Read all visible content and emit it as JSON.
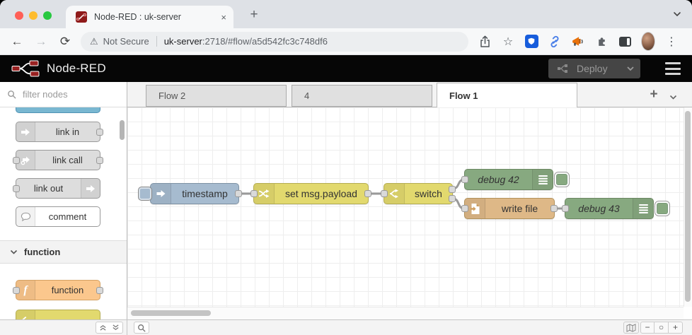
{
  "browser": {
    "tab_title": "Node-RED : uk-server",
    "tab_close": "×",
    "new_tab": "+",
    "back": "←",
    "forward": "→",
    "reload": "⟳",
    "warning": "⚠",
    "security_label": "Not Secure",
    "url_host": "uk-server",
    "url_rest": ":2718/#flow/a5d542fc3c748df6",
    "star": "☆",
    "overflow_menu": "⋮"
  },
  "header": {
    "app_title": "Node-RED",
    "deploy_label": "Deploy"
  },
  "palette": {
    "filter_placeholder": "filter nodes",
    "category_label": "function",
    "items": {
      "link_in": "link in",
      "link_call": "link call",
      "link_out": "link out",
      "comment": "comment",
      "function": "function"
    }
  },
  "flow_tabs": {
    "tab1": "Flow 2",
    "tab2": "4",
    "tab3": "Flow 1",
    "add": "+"
  },
  "canvas_nodes": {
    "inject": "timestamp",
    "change": "set msg.payload",
    "switch": "switch",
    "debug42": "debug 42",
    "write_file": "write file",
    "debug43": "debug 43"
  },
  "footer_controls": {
    "zoom_out": "−",
    "zoom_reset": "○",
    "zoom_in": "+"
  },
  "colors": {
    "inject_node": "#a6bbcf",
    "function_yellow": "#e2d96e",
    "debug_green": "#87a980",
    "file_tan": "#deb887",
    "function_orange": "#fbc78d",
    "link_gray": "#dddddd",
    "header_bg": "#060606",
    "logo_red": "#8f1a1a",
    "bitwarden_blue": "#175ddc"
  }
}
